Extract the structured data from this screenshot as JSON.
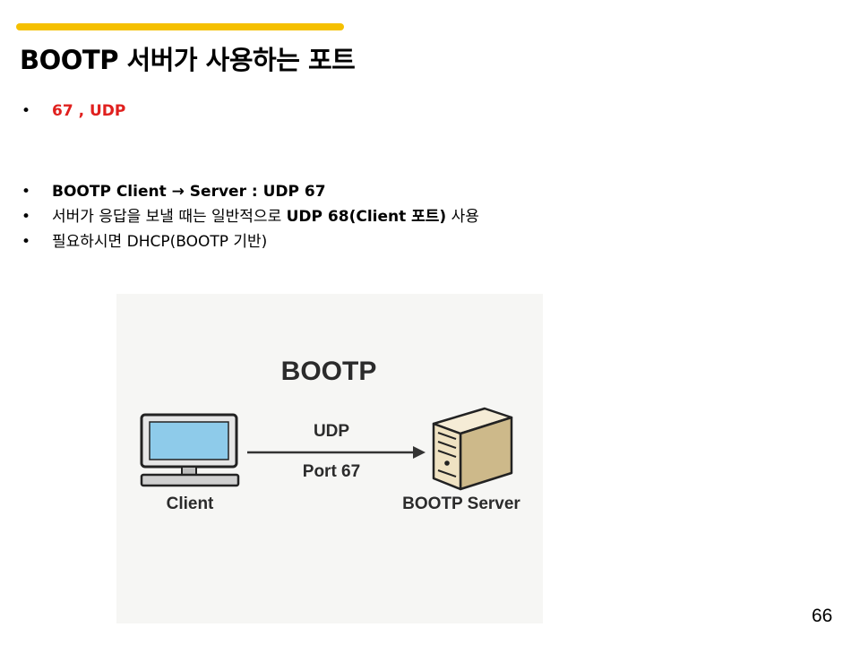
{
  "slide": {
    "title": "BOOTP 서버가 사용하는 포트",
    "bullet_symbol": "•",
    "bullets": [
      {
        "text": "67 , UDP"
      },
      {
        "text": "BOOTP Client → Server : UDP 67"
      },
      {
        "text_a": "서버가 응답을 보낼 때는 일반적으로 ",
        "text_b": "UDP 68(Client 포트)",
        "text_c": " 사용"
      },
      {
        "text": "필요하시면 DHCP(BOOTP 기반)"
      }
    ],
    "page_number": "66"
  },
  "figure": {
    "title": "BOOTP",
    "client_label": "Client",
    "server_label": "BOOTP Server",
    "protocol_label": "UDP",
    "port_label": "Port 67"
  },
  "colors": {
    "accent": "#f5c000",
    "highlight": "#e0201e",
    "screen": "#8ecbea",
    "server_body": "#efe2c2"
  }
}
